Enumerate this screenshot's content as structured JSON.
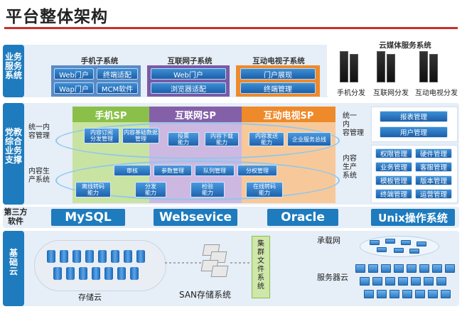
{
  "title": "平台整体架构",
  "layers": {
    "business": "业务\n服务\n系统",
    "support": "党教\n综合\n业务\n支撑",
    "third_party": "第三方\n软件",
    "base": "基\n础\n云"
  },
  "mobile": {
    "title": "手机子系统",
    "items": [
      "Web门户",
      "终端适配",
      "Wap门户",
      "MCM软件"
    ]
  },
  "internet": {
    "title": "互联网子系统",
    "items": [
      "Web门户",
      "浏览器适配"
    ]
  },
  "iptv": {
    "title": "互动电视子系统",
    "items": [
      "门户展现",
      "终端管理"
    ]
  },
  "cloud_media": {
    "title": "云媒体服务系统",
    "labels": [
      "手机分发",
      "互联网分发",
      "互动电视分发"
    ]
  },
  "sp": {
    "mobile": "手机SP",
    "internet": "互联网SP",
    "iptv": "互动电视SP"
  },
  "left_labels": {
    "unified": "统一内\n容管理",
    "production": "内容生\n产系统"
  },
  "right_labels": {
    "unified": "统一\n内\n容管理",
    "production": "内容\n生产\n系统"
  },
  "sp_modules": {
    "row1": [
      "内容订阅\n分发管理",
      "内容基础数据\n管理",
      "投票\n能力",
      "内容下载\n能力",
      "内容发送\n能力",
      "企业服务总线"
    ],
    "row2": [
      "审核",
      "参数管理",
      "队列管理",
      "分权管理"
    ],
    "row3": [
      "离线转码\n能力",
      "分发\n能力",
      "检验\n能力",
      "在线转码\n能力"
    ]
  },
  "management": {
    "top": [
      "报表管理",
      "用户管理"
    ],
    "grid": [
      "权限管理",
      "硬件管理",
      "业务管理",
      "客服管理",
      "模板管理",
      "版本管理",
      "终端管理",
      "运营管理"
    ]
  },
  "third_party": [
    "MySQL",
    "Websevice",
    "Oracle",
    "Unix操作系统"
  ],
  "base": {
    "storage_cloud": "存储云",
    "san": "SAN存储系统",
    "cluster_fs": "集\n群\n文\n件\n系\n统",
    "carrier_net": "承载网",
    "server_cloud": "服务器云"
  },
  "colors": {
    "accent_red": "#c9302c",
    "layer_blue": "#1e7bbd",
    "green": "#8ac04a",
    "purple": "#8460a8",
    "orange": "#ee8a2a"
  }
}
